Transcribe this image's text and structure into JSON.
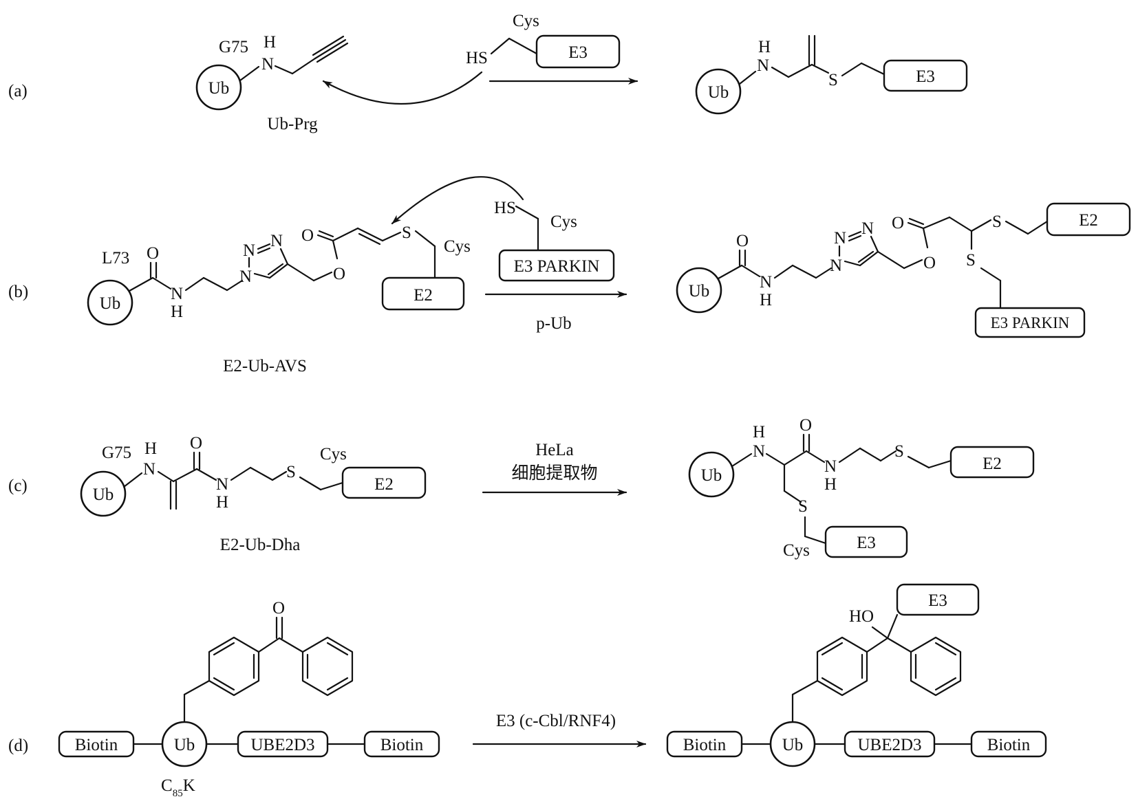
{
  "figure": {
    "panels": [
      {
        "id": "a",
        "label": "(a)"
      },
      {
        "id": "b",
        "label": "(b)"
      },
      {
        "id": "c",
        "label": "(c)"
      },
      {
        "id": "d",
        "label": "(d)"
      }
    ]
  },
  "common": {
    "ub": "Ub",
    "e2": "E2",
    "e3": "E3",
    "cys": "Cys",
    "hs": "HS",
    "s": "S",
    "n": "N",
    "h": "H",
    "o": "O",
    "e3_parkin": "E3 PARKIN",
    "biotin": "Biotin",
    "ube2d3": "UBE2D3",
    "ho": "HO"
  },
  "panel_a": {
    "residue": "G75",
    "probe_name": "Ub-Prg"
  },
  "panel_b": {
    "residue": "L73",
    "probe_name": "E2-Ub-AVS",
    "arrow_label": "p-Ub"
  },
  "panel_c": {
    "residue": "G75",
    "probe_name": "E2-Ub-Dha",
    "arrow_label_1": "HeLa",
    "arrow_label_2": "细胞提取物"
  },
  "panel_d": {
    "mutation_c": "C",
    "mutation_num": "85",
    "mutation_k": "K",
    "arrow_label": "E3 (c-Cbl/RNF4)"
  }
}
